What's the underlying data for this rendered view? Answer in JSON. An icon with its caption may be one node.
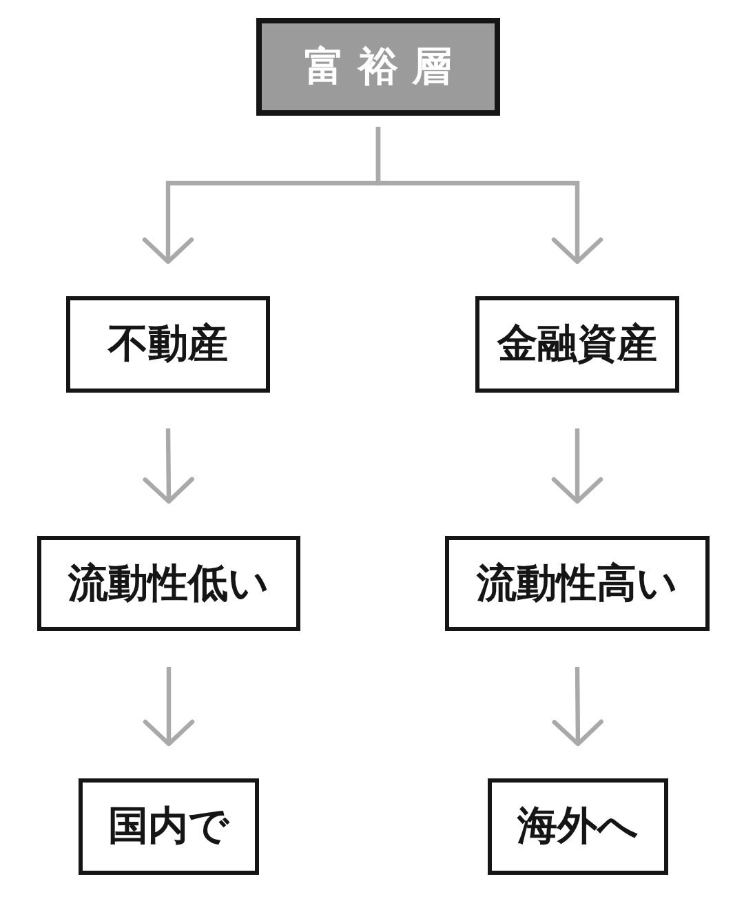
{
  "diagram": {
    "nodes": [
      {
        "text": [
          "富裕層"
        ]
      },
      {
        "text": [
          "不動産"
        ]
      },
      {
        "text": [
          "金融資産"
        ]
      },
      {
        "text": [
          "流動性低い"
        ]
      },
      {
        "text": [
          "流動性高い"
        ]
      },
      {
        "text": [
          "国内で"
        ]
      },
      {
        "text": [
          "海外へ"
        ]
      }
    ],
    "edges": [
      {
        "from": 0,
        "to": 1,
        "arrow": "to"
      },
      {
        "from": 0,
        "to": 2,
        "arrow": "to"
      },
      {
        "from": 1,
        "to": 3,
        "arrow": "to"
      },
      {
        "from": 2,
        "to": 4,
        "arrow": "to"
      },
      {
        "from": 3,
        "to": 5,
        "arrow": "to"
      },
      {
        "from": 4,
        "to": 6,
        "arrow": "to"
      }
    ]
  }
}
